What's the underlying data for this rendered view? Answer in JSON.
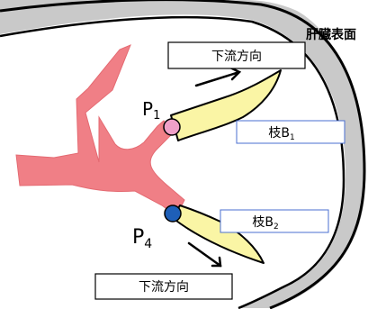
{
  "labels": {
    "surface": "肝臓表面",
    "p1_main": "P",
    "p1_sub": "1",
    "p4_main": "P",
    "p4_sub": "4"
  },
  "boxes": {
    "flow_top": "下流方向",
    "flow_bottom": "下流方向",
    "branch1_main": "枝B",
    "branch1_sub": "1",
    "branch2_main": "枝B",
    "branch2_sub": "2"
  },
  "colors": {
    "vessel": "#f07f86",
    "branch": "#faf5a5",
    "p1_dot": "#f0a0c8",
    "p4_dot": "#1e5fb8",
    "surface_band": "#c9c9c9",
    "branch_box_border": "#4a6fd1"
  }
}
